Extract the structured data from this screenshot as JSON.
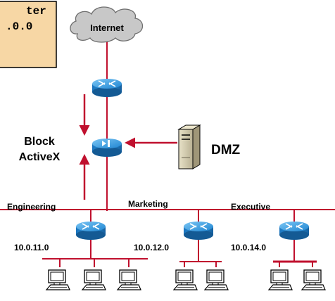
{
  "callout": {
    "line1": "ter",
    "line2": ".0.0"
  },
  "internet": {
    "label": "Internet"
  },
  "firewall_note": {
    "line1": "Block",
    "line2": "ActiveX"
  },
  "dmz": {
    "label": "DMZ"
  },
  "lans": [
    {
      "name": "Engineering",
      "subnet": "10.0.11.0"
    },
    {
      "name": "Marketing",
      "subnet": "10.0.12.0"
    },
    {
      "name": "Executive",
      "subnet": "10.0.14.0"
    }
  ],
  "colors": {
    "link": "#c0102e",
    "router": "#1e8cd8",
    "callout_bg": "#f7d7a5",
    "cloud": "#c8c8c8"
  }
}
